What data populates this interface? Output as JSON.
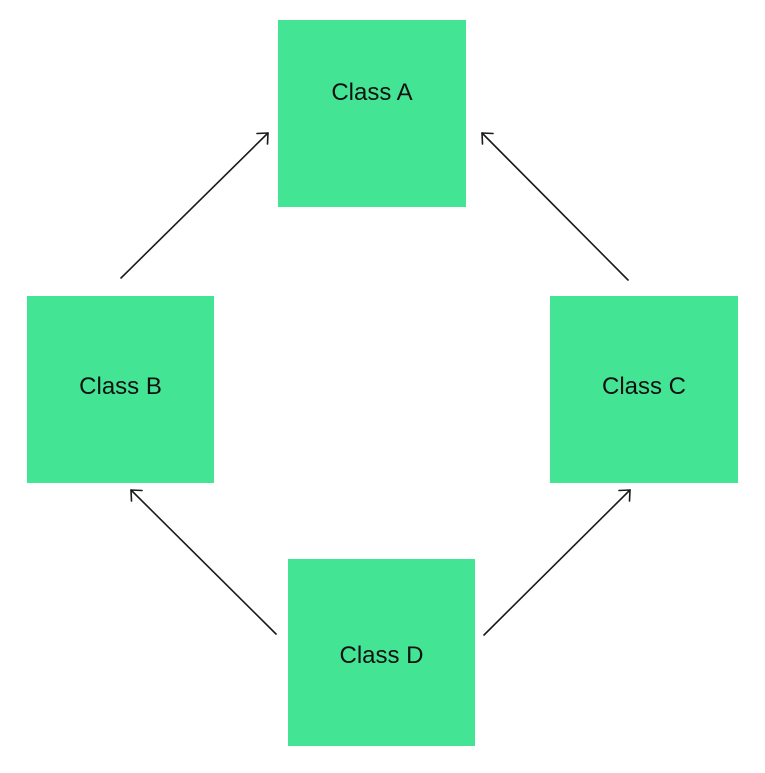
{
  "diagram": {
    "nodes": [
      {
        "id": "A",
        "label": "Class A"
      },
      {
        "id": "B",
        "label": "Class B"
      },
      {
        "id": "C",
        "label": "Class C"
      },
      {
        "id": "D",
        "label": "Class D"
      }
    ],
    "edges": [
      {
        "from": "B",
        "to": "A"
      },
      {
        "from": "C",
        "to": "A"
      },
      {
        "from": "D",
        "to": "B"
      },
      {
        "from": "D",
        "to": "C"
      }
    ],
    "node_color": "#43e595",
    "text_color": "#111111",
    "edge_color": "#1a1a1a"
  }
}
